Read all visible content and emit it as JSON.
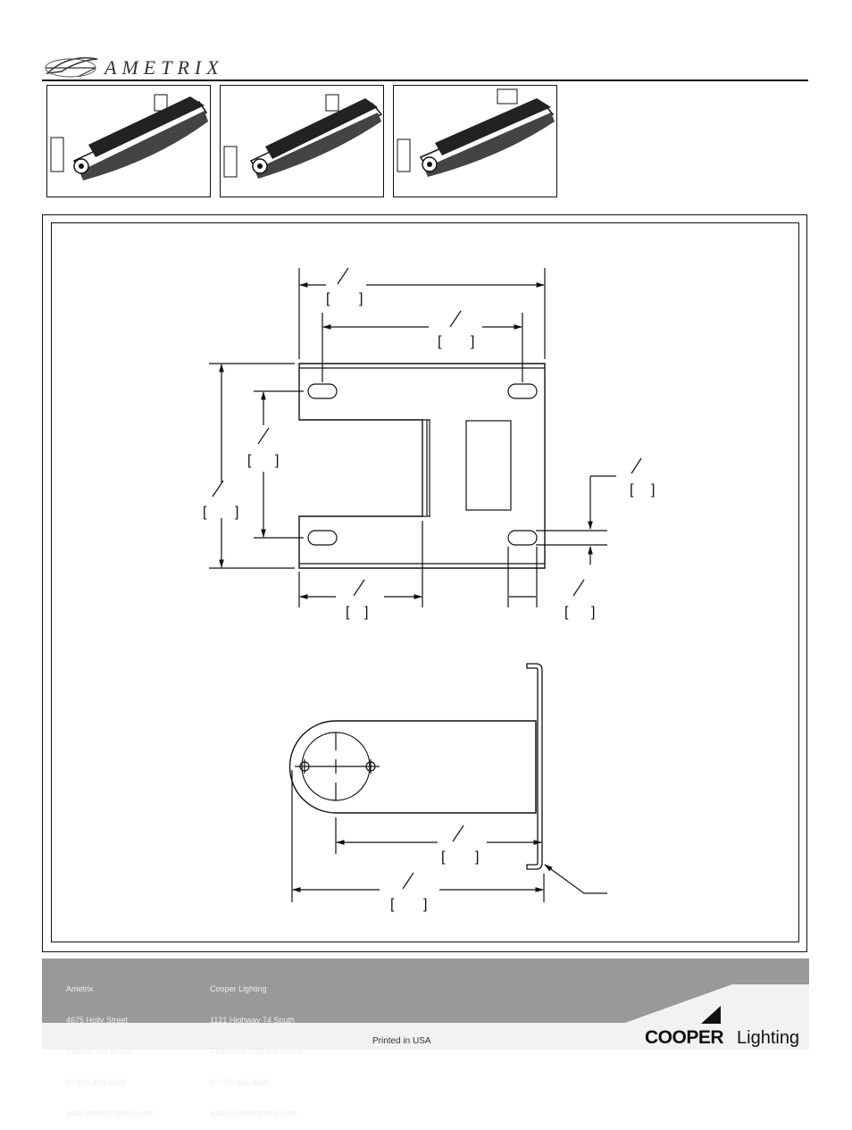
{
  "brand": {
    "logo_text": "AMETRIX"
  },
  "footer": {
    "ametrix_address": {
      "name": "Ametrix",
      "street": "4675 Holly Street",
      "city": "Denver, CO 80216",
      "phone": "P: 303-393-1522",
      "web": "www.ametrixlighting.com"
    },
    "cooper_address": {
      "name": "Cooper Lighting",
      "street": "1121 Highway 74 South",
      "city": "Peachtree City, GA 30269",
      "phone": "P: 770-486-4800",
      "web": "www.cooperlighting.com"
    },
    "printed": "Printed in USA",
    "cooper_logo_bold": "COOPER",
    "cooper_logo_light": "Lighting"
  },
  "colors": {
    "footer_band": "#999999",
    "ink": "#111111"
  }
}
